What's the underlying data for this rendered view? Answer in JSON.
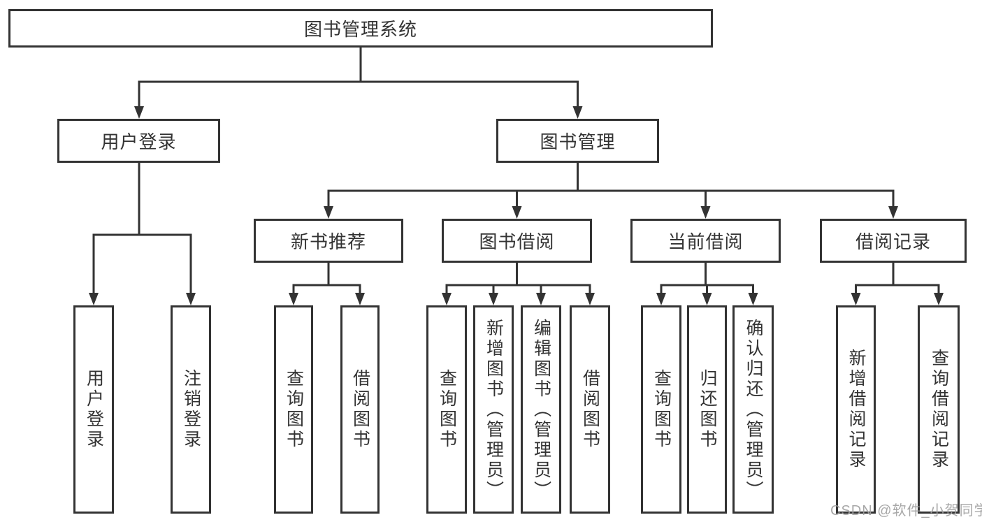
{
  "diagram": {
    "title": "图书管理系统",
    "tree": {
      "root": "图书管理系统",
      "level2": [
        {
          "label": "用户登录",
          "children": [
            "用户登录",
            "注销登录"
          ]
        },
        {
          "label": "图书管理",
          "children": [
            {
              "label": "新书推荐",
              "children": [
                "查询图书",
                "借阅图书"
              ]
            },
            {
              "label": "图书借阅",
              "children": [
                "查询图书",
                "新增图书（管理员）",
                "编辑图书（管理员）",
                "借阅图书"
              ]
            },
            {
              "label": "当前借阅",
              "children": [
                "查询图书",
                "归还图书",
                "确认归还（管理员）"
              ]
            },
            {
              "label": "借阅记录",
              "children": [
                "新增借阅记录",
                "查询借阅记录"
              ]
            }
          ]
        }
      ]
    },
    "watermark": "CSDN @软件_小贺同学",
    "colors": {
      "line": "#333333",
      "box_background": "#ffffff",
      "text": "#333333",
      "watermark": "#9e9e9e"
    }
  }
}
